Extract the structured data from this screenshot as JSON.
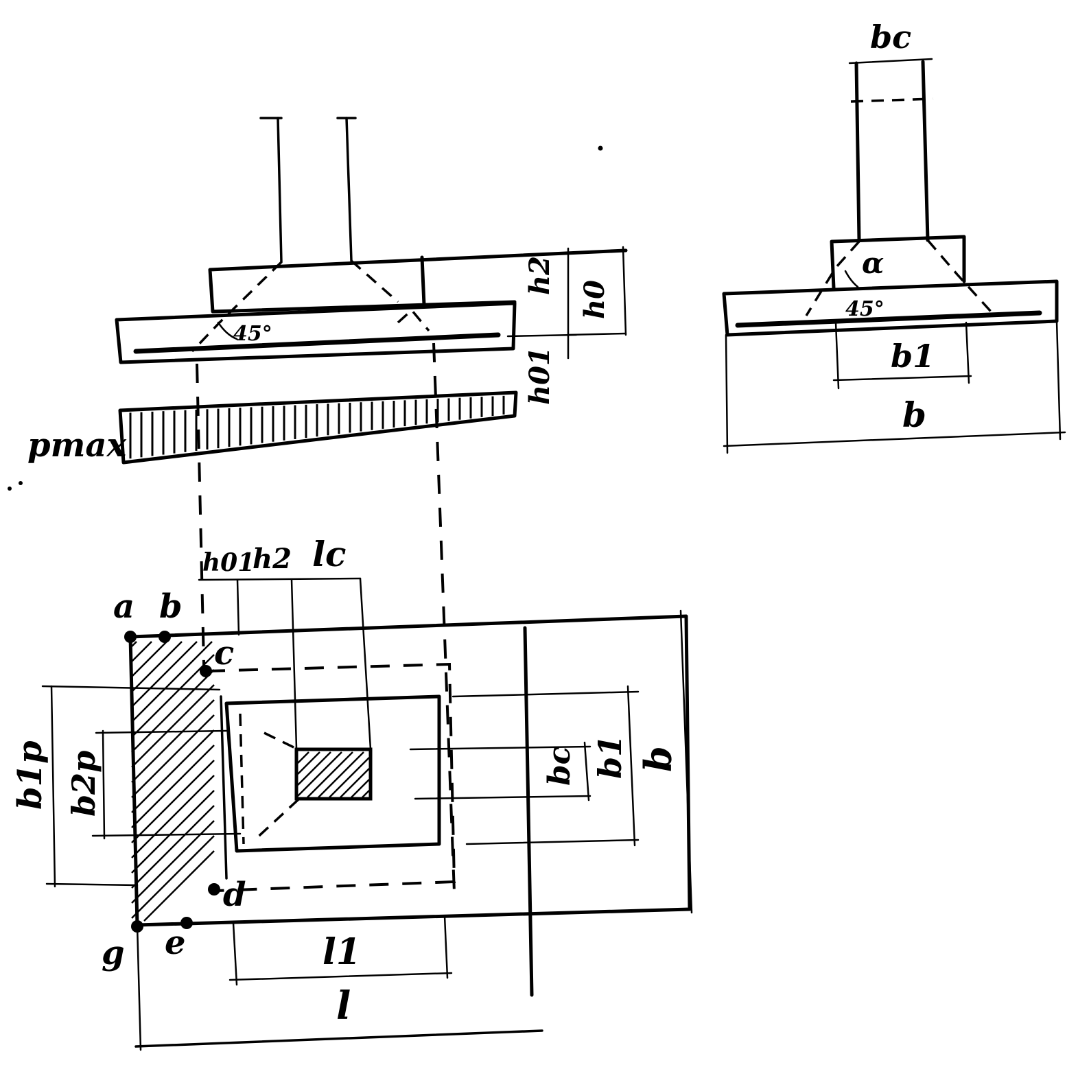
{
  "labels": {
    "bc_top": "bc",
    "h2": "h2",
    "h0": "h0",
    "h01": "h01",
    "angle45": "45°",
    "alpha": "α",
    "b1_side": "b1",
    "b_side": "b",
    "pmax": "pmax",
    "h01_plan": "h01",
    "h2_plan": "h2",
    "lc": "lc",
    "a": "a",
    "b": "b",
    "c": "c",
    "d": "d",
    "e": "e",
    "g": "g",
    "b1p": "b1p",
    "b2p": "b2p",
    "bc_plan": "bc",
    "b1_plan": "b1",
    "b_plan": "b",
    "l1": "l1",
    "l": "l"
  }
}
